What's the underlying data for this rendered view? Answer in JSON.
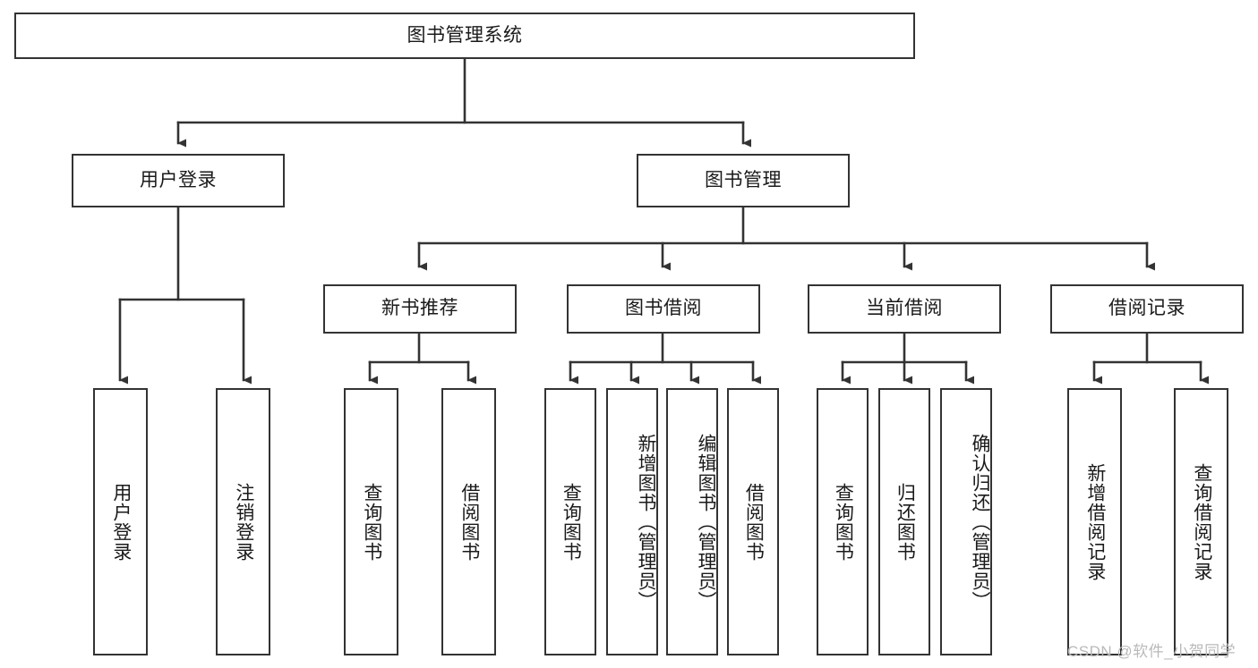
{
  "diagram": {
    "type": "hierarchy-tree",
    "title": "图书管理系统",
    "watermark": "CSDN @软件_小贺同学",
    "colors": {
      "box_border": "#333333",
      "box_fill": "#ffffff",
      "edge": "#333333",
      "text": "#1a1a1a",
      "watermark": "#b9b9b9",
      "background": "#ffffff"
    },
    "nodes": {
      "root": {
        "label": "图书管理系统"
      },
      "level2": [
        {
          "id": "user-login",
          "label": "用户登录"
        },
        {
          "id": "book-manage",
          "label": "图书管理"
        }
      ],
      "level3": [
        {
          "id": "new-book-recommend",
          "label": "新书推荐"
        },
        {
          "id": "book-borrow",
          "label": "图书借阅"
        },
        {
          "id": "current-borrow",
          "label": "当前借阅"
        },
        {
          "id": "borrow-record",
          "label": "借阅记录"
        }
      ],
      "leaves": {
        "user-login": [
          {
            "id": "leaf-user-login",
            "label": "用户登录"
          },
          {
            "id": "leaf-logout-login",
            "label": "注销登录"
          }
        ],
        "new-book-recommend": [
          {
            "id": "leaf-query-book-1",
            "label": "查询图书"
          },
          {
            "id": "leaf-borrow-book-1",
            "label": "借阅图书"
          }
        ],
        "book-borrow": [
          {
            "id": "leaf-query-book-2",
            "label": "查询图书"
          },
          {
            "id": "leaf-add-book-admin",
            "label": "新增图书（管理员）"
          },
          {
            "id": "leaf-edit-book-admin",
            "label": "编辑图书（管理员）"
          },
          {
            "id": "leaf-borrow-book-2",
            "label": "借阅图书"
          }
        ],
        "current-borrow": [
          {
            "id": "leaf-query-book-3",
            "label": "查询图书"
          },
          {
            "id": "leaf-return-book",
            "label": "归还图书"
          },
          {
            "id": "leaf-confirm-return-admin",
            "label": "确认归还（管理员）"
          }
        ],
        "borrow-record": [
          {
            "id": "leaf-add-borrow-record",
            "label": "新增借阅记录"
          },
          {
            "id": "leaf-query-borrow-record",
            "label": "查询借阅记录"
          }
        ]
      }
    }
  }
}
